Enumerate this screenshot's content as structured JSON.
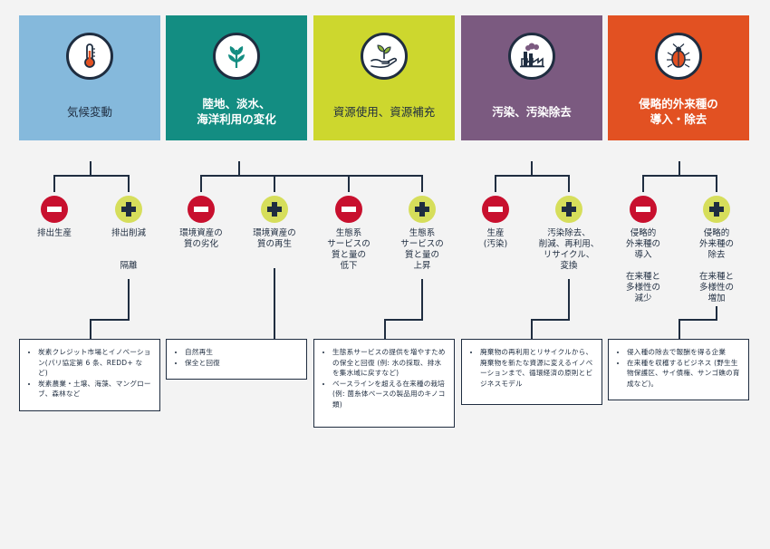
{
  "categories": [
    {
      "id": "climate",
      "title": "気候変動",
      "color": "#85b9dc",
      "icon": "thermometer-icon"
    },
    {
      "id": "landuse",
      "title": "陸地、淡水、\n海洋利用の変化",
      "color": "#138d82",
      "icon": "plant-icon"
    },
    {
      "id": "resource",
      "title": "資源使用、資源補充",
      "color": "#cdd72e",
      "icon": "seedling-hand-icon"
    },
    {
      "id": "pollution",
      "title": "汚染、汚染除去",
      "color": "#7b5a80",
      "icon": "factory-icon"
    },
    {
      "id": "invasive",
      "title": "侵略的外来種の\n導入・除去",
      "color": "#e25122",
      "icon": "beetle-icon"
    }
  ],
  "impacts": [
    {
      "type": "minus",
      "label": "排出生産"
    },
    {
      "type": "plus",
      "label": "排出削減\n\n\n隔離"
    },
    {
      "type": "minus",
      "label": "環境資産の\n質の劣化"
    },
    {
      "type": "plus",
      "label": "環境資産の\n質の再生"
    },
    {
      "type": "minus",
      "label": "生態系\nサービスの\n質と量の\n低下"
    },
    {
      "type": "plus",
      "label": "生態系\nサービスの\n質と量の\n上昇"
    },
    {
      "type": "minus",
      "label": "生産\n(汚染)"
    },
    {
      "type": "plus",
      "label": "汚染除去、\n削減、再利用、\nリサイクル、\n変換"
    },
    {
      "type": "minus",
      "label": "侵略的\n外来種の\n導入\n\n在来種と\n多様性の\n減少"
    },
    {
      "type": "plus",
      "label": "侵略的\n外来種の\n除去\n\n在来種と\n多様性の\n増加"
    }
  ],
  "opportunities": [
    {
      "items": [
        "炭素クレジット市場とイノベーション(パリ協定第 6 条、REDD+ など)",
        "炭素農業・土壌、海藻、マングローブ、森林など"
      ]
    },
    {
      "items": [
        "自然再生",
        "保全と回復"
      ]
    },
    {
      "items": [
        "生態系サービスの提供を増やすための保全と回復 (例: 水の採取、排水を集水域に戻すなど)",
        "ベースラインを超える在来種の栽培 (例: 菌糸体ベースの製品用のキノコ類)"
      ]
    },
    {
      "items": [
        "廃棄物の再利用とリサイクルから、廃棄物を新たな資源に変えるイノベーションまで、循環経済の原則とビジネスモデル"
      ]
    },
    {
      "items": [
        "侵入種の除去で報酬を得る企業",
        "在来種を収穫するビジネス (野生生物保護区、サイ債権、サンゴ礁の育成など)。"
      ]
    }
  ]
}
